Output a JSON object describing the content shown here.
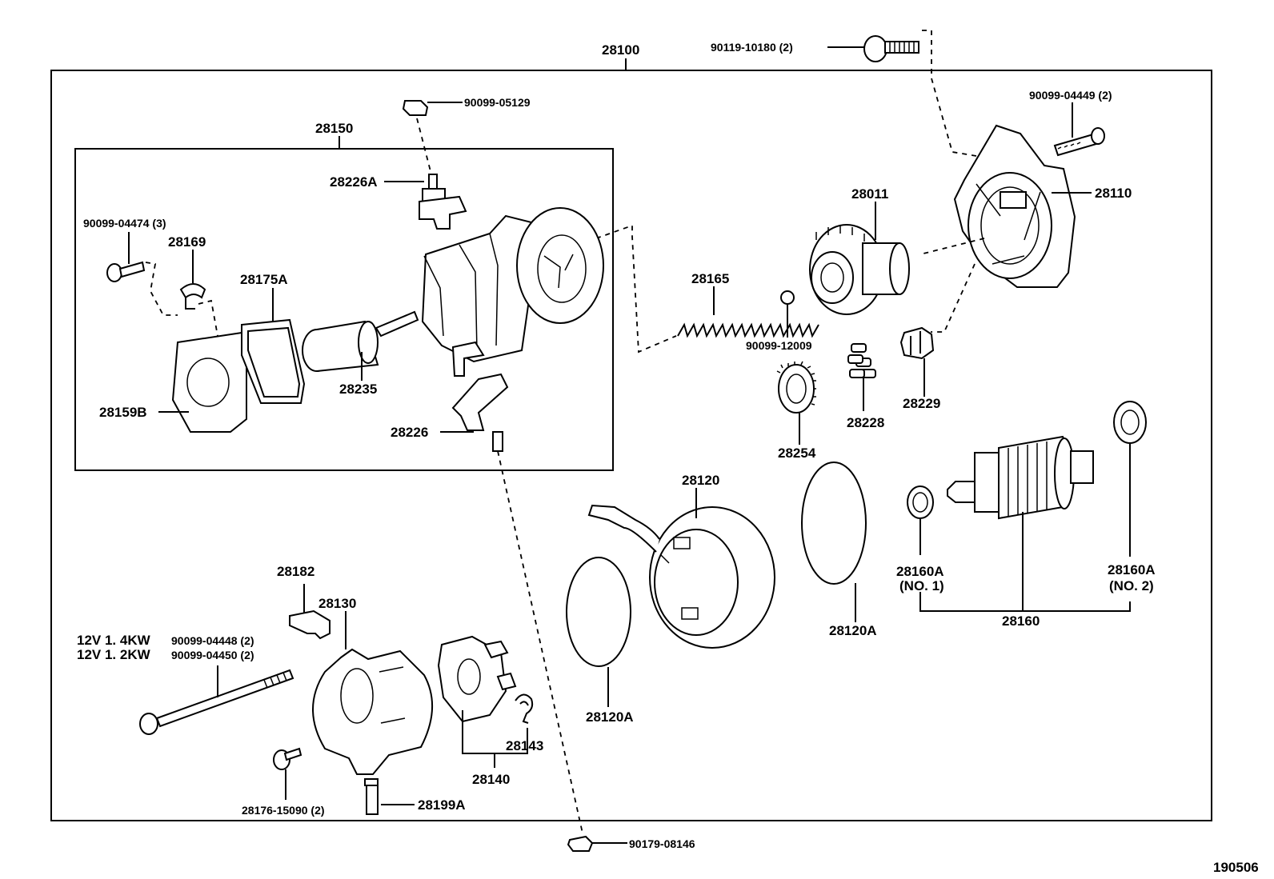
{
  "labels": {
    "p28100": "28100",
    "p90119_10180": "90119-10180 (2)",
    "p90099_05129": "90099-05129",
    "p90099_04449": "90099-04449 (2)",
    "p28150": "28150",
    "p28226A": "28226A",
    "p90099_04474": "90099-04474 (3)",
    "p28169": "28169",
    "p28175A": "28175A",
    "p28235": "28235",
    "p28159B": "28159B",
    "p28226": "28226",
    "p28011": "28011",
    "p28110": "28110",
    "p28165": "28165",
    "p90099_12009": "90099-12009",
    "p28254": "28254",
    "p28228": "28228",
    "p28229": "28229",
    "p28120": "28120",
    "p28120A_right": "28120A",
    "p28120A_left": "28120A",
    "p28160A_no1": "28160A",
    "p28160A_no1_sub": "(NO. 1)",
    "p28160A_no2": "28160A",
    "p28160A_no2_sub": "(NO. 2)",
    "p28160": "28160",
    "p28182": "28182",
    "p28130": "28130",
    "v14kw_label": "12V  1. 4KW",
    "v14kw_part": "90099-04448 (2)",
    "v12kw_label": "12V  1. 2KW",
    "v12kw_part": "90099-04450 (2)",
    "p28143": "28143",
    "p28140": "28140",
    "p28176_15090": "28176-15090 (2)",
    "p28199A": "28199A",
    "p90179_08146": "90179-08146",
    "figure_id": "190506"
  }
}
